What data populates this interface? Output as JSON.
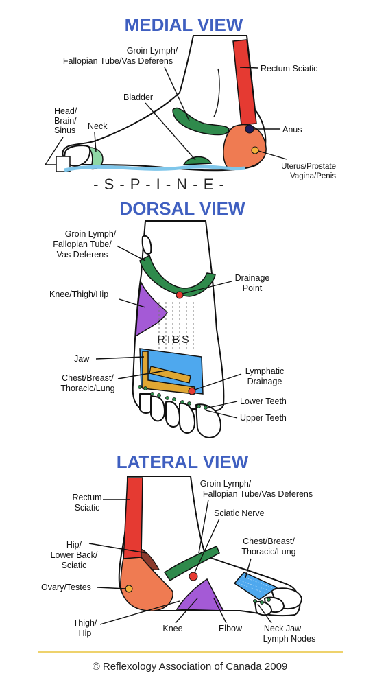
{
  "titles": {
    "medial": "MEDIAL VIEW",
    "dorsal": "DORSAL VIEW",
    "lateral": "LATERAL VIEW"
  },
  "medial": {
    "groin_1": "Groin Lymph/",
    "groin_2": "Fallopian Tube/Vas Deferens",
    "rectum_sciatic": "Rectum Sciatic",
    "bladder": "Bladder",
    "head_1": "Head/",
    "head_2": "Brain/",
    "head_3": "Sinus",
    "neck": "Neck",
    "anus": "Anus",
    "uterus_1": "Uterus/Prostate",
    "uterus_2": "Vagina/Penis",
    "spine": "- S - P - I - N - E -"
  },
  "dorsal": {
    "groin_1": "Groin Lymph/",
    "groin_2": "Fallopian Tube/",
    "groin_3": "Vas Deferens",
    "drainage_1": "Drainage",
    "drainage_2": "Point",
    "knee_thigh_hip": "Knee/Thigh/Hip",
    "ribs": "RIBS",
    "jaw": "Jaw",
    "chest_1": "Chest/Breast/",
    "chest_2": "Thoracic/Lung",
    "lymphatic_1": "Lymphatic",
    "lymphatic_2": "Drainage",
    "lower_teeth": "Lower Teeth",
    "upper_teeth": "Upper Teeth"
  },
  "lateral": {
    "rectum_1": "Rectum",
    "rectum_2": "Sciatic",
    "groin_1": "Groin Lymph/",
    "groin_2": "Fallopian Tube/Vas Deferens",
    "sciatic_nerve": "Sciatic Nerve",
    "hip_1": "Hip/",
    "hip_2": "Lower Back/",
    "hip_3": "Sciatic",
    "chest_1": "Chest/Breast/",
    "chest_2": "Thoracic/Lung",
    "ovary": "Ovary/Testes",
    "thigh_1": "Thigh/",
    "thigh_2": "Hip",
    "knee": "Knee",
    "elbow": "Elbow",
    "neck_1": "Neck Jaw",
    "neck_2": "Lymph Nodes"
  },
  "footer": {
    "copyright": "© Reflexology Association of Canada 2009"
  },
  "colors": {
    "title_blue": "#3f5fc0",
    "red_zone": "#e53a32",
    "orange_zone": "#ef7b52",
    "green_zone": "#2f8a4c",
    "light_green": "#8fd8a6",
    "purple_zone": "#a45ad6",
    "blue_zone": "#4ea8ee",
    "gold_zone": "#e0a733",
    "spine_blue": "#7fc6ea",
    "divider_gold": "#e8c43c"
  }
}
